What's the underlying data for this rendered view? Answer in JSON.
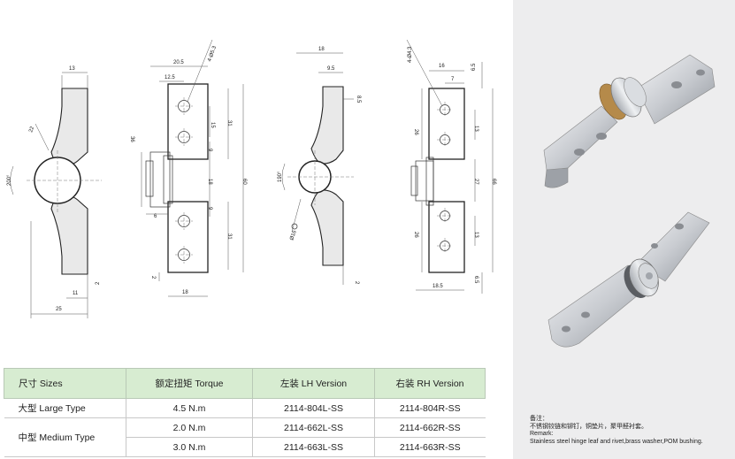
{
  "drawing1": {
    "dim_top": "13",
    "dim_r": "22",
    "dim_angle": "200°",
    "dim_bot_a": "2",
    "dim_bot_b": "11",
    "dim_bot_c": "25"
  },
  "drawing2": {
    "dim_top_a": "20.5",
    "dim_top_b": "12.5",
    "dim_hole": "4-Ø5.3",
    "dim_side_a": "15",
    "dim_side_b": "31",
    "dim_side_c": "9",
    "dim_side_d": "18",
    "dim_side_e": "9",
    "dim_side_f": "31",
    "dim_overall": "60",
    "dim_left_a": "36",
    "dim_left_b": "6",
    "dim_bot_a": "2",
    "dim_bot_b": "18"
  },
  "drawing3": {
    "dim_top_a": "18",
    "dim_top_b": "9.5",
    "dim_top_c": "8.5",
    "dim_angle": "190°",
    "dim_dia": "Ø16",
    "dim_bot": "2"
  },
  "drawing4": {
    "dim_hole": "4-Ø4.3",
    "dim_top_a": "16",
    "dim_top_b": "7",
    "dim_r_a": "6.5",
    "dim_side_a": "13",
    "dim_side_b": "27",
    "dim_side_c": "66",
    "dim_side_d": "13",
    "dim_left_a": "26",
    "dim_left_b": "26",
    "dim_bot_a": "18.5",
    "dim_bot_b": "6.5"
  },
  "table": {
    "headers": [
      "尺寸 Sizes",
      "额定扭矩 Torque",
      "左装 LH Version",
      "右装 RH Version"
    ],
    "rows": [
      {
        "size": "大型 Large Type",
        "torque": "4.5 N.m",
        "lh": "2114-804L-SS",
        "rh": "2114-804R-SS"
      },
      {
        "size": "中型 Medium Type",
        "torque": "2.0 N.m",
        "lh": "2114-662L-SS",
        "rh": "2114-662R-SS"
      },
      {
        "size": "",
        "torque": "3.0 N.m",
        "lh": "2114-663L-SS",
        "rh": "2114-663R-SS"
      }
    ]
  },
  "remark": {
    "label_cn": "备注：",
    "text_cn": "不锈钢铰链和铆钉，铜垫片，聚甲醛衬套。",
    "label_en": "Remark:",
    "text_en": "Stainless steel hinge leaf and rivet,brass washer,POM bushing."
  },
  "colors": {
    "table_header_bg": "#d7ecd1",
    "panel_bg": "#ededee",
    "steel": "#c9ccd1",
    "brass": "#b58a4a"
  }
}
